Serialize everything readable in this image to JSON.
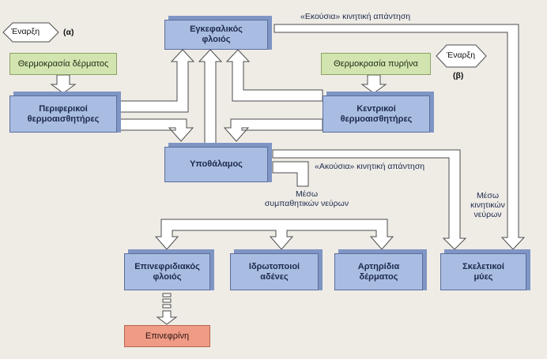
{
  "start_a": {
    "label": "Έναρξη",
    "tag": "(α)"
  },
  "start_b": {
    "label": "Έναρξη",
    "tag": "(β)"
  },
  "inputs": {
    "skin_temp": "Θερμοκρασία δέρματος",
    "core_temp": "Θερμοκρασία πυρήνα"
  },
  "nodes": {
    "cortex": "Εγκεφαλικός\nφλοιός",
    "peripheral": "Περιφερικοί\nθερμοαισθητήρες",
    "central": "Κεντρικοί\nθερμοαισθητήρες",
    "hypothalamus": "Υποθάλαμος",
    "adrenal_cortex": "Επινεφριδιακός\nφλοιός",
    "sweat_glands": "Ιδρωτοποιοί\nαδένες",
    "skin_arterioles": "Αρτηρίδια\nδέρματος",
    "skeletal_muscles": "Σκελετικοί\nμύες",
    "epinephrine": "Επινεφρίνη"
  },
  "labels": {
    "voluntary": "«Εκούσια» κινητική απάντηση",
    "involuntary": "«Ακούσια» κινητική απάντηση",
    "sympathetic": "Μέσω\nσυμπαθητικών νεύρων",
    "motor": "Μέσω\nκινητικών\nνεύρων"
  },
  "colors": {
    "box_fill": "#a9bce2",
    "box_side": "#7f95c4",
    "input_fill": "#d2e5b0",
    "output_fill": "#ef9b86",
    "background": "#efece6"
  }
}
